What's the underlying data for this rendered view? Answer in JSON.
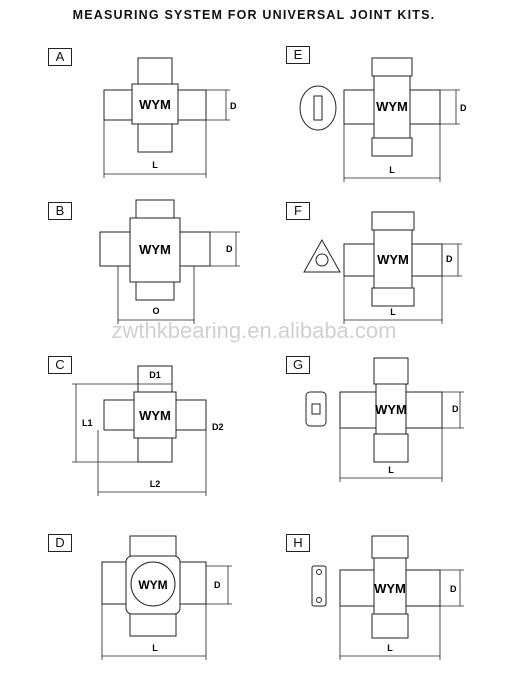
{
  "title": "MEASURING SYSTEM FOR UNIVERSAL JOINT KITS.",
  "watermark": "zwthkbearing.en.alibaba.com",
  "brand": "WYM",
  "panels": [
    {
      "label": "A",
      "dims": [
        "D",
        "L"
      ]
    },
    {
      "label": "E",
      "dims": [
        "D",
        "L"
      ]
    },
    {
      "label": "B",
      "dims": [
        "D",
        "O"
      ]
    },
    {
      "label": "F",
      "dims": [
        "D",
        "L"
      ]
    },
    {
      "label": "C",
      "dims": [
        "D1",
        "L1",
        "D2",
        "L2"
      ]
    },
    {
      "label": "G",
      "dims": [
        "D",
        "L"
      ]
    },
    {
      "label": "D",
      "dims": [
        "D",
        "L"
      ]
    },
    {
      "label": "H",
      "dims": [
        "D",
        "L"
      ]
    }
  ]
}
